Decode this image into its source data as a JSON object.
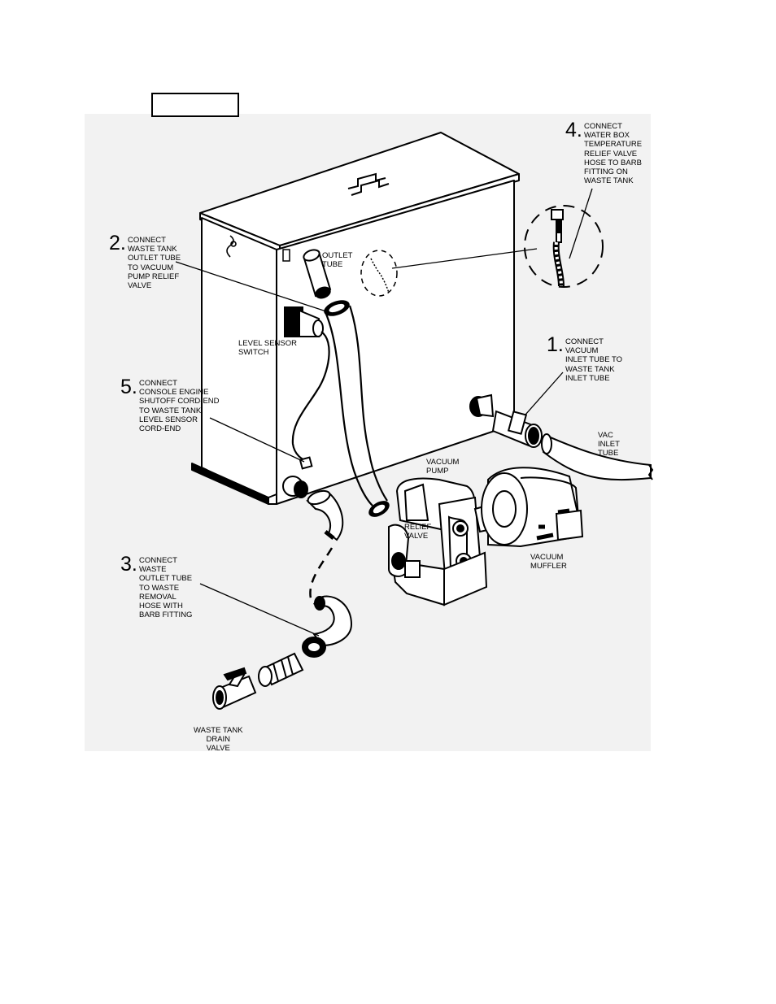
{
  "callouts": [
    {
      "number": "1.",
      "text": "CONNECT\nVACUUM\nINLET TUBE TO\nWASTE TANK\nINLET TUBE"
    },
    {
      "number": "2.",
      "text": "CONNECT\nWASTE TANK\nOUTLET TUBE\nTO VACUUM\nPUMP RELIEF\nVALVE"
    },
    {
      "number": "3.",
      "text": "CONNECT\nWASTE\nOUTLET TUBE\nTO WASTE\nREMOVAL\nHOSE WITH\nBARB FITTING"
    },
    {
      "number": "4.",
      "text": "CONNECT\nWATER BOX\nTEMPERATURE\nRELIEF VALVE\nHOSE TO BARB\nFITTING ON\nWASTE TANK"
    },
    {
      "number": "5.",
      "text": "CONNECT\nCONSOLE ENGINE\nSHUTOFF CORD-END\nTO WASTE TANK\nLEVEL SENSOR\nCORD-END"
    }
  ],
  "labels": {
    "outlet_tube": "OUTLET\nTUBE",
    "level_sensor": "LEVEL SENSOR\nSWITCH",
    "vacuum_pump": "VACUUM\nPUMP",
    "relief_valve": "RELIEF\nVALVE",
    "vacuum_muffler": "VACUUM\nMUFFLER",
    "vac_inlet_tube": "VAC\nINLET\nTUBE",
    "drain_valve": "WASTE TANK\nDRAIN\nVALVE"
  }
}
